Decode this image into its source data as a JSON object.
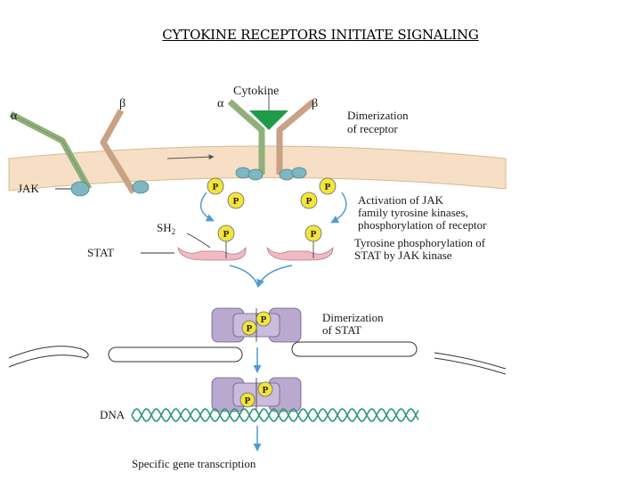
{
  "title": "CYTOKINE RECEPTORS INITIATE SIGNALING",
  "labels": {
    "cytokine": "Cytokine",
    "alpha_left": "α",
    "beta_left": "β",
    "alpha_center": "α",
    "beta_center": "β",
    "jak": "JAK",
    "sh2": "SH",
    "sh2_sub": "2",
    "stat": "STAT",
    "dna": "DNA",
    "phospho": "P"
  },
  "steps": {
    "dimerization_receptor": [
      "Dimerization",
      "of receptor"
    ],
    "activation_jak": [
      "Activation of JAK",
      "family tyrosine kinases,",
      "phosphorylation of receptor"
    ],
    "tyrosine_phos": [
      "Tyrosine phosphorylation of",
      "STAT by JAK kinase"
    ],
    "dimerization_stat": [
      "Dimerization",
      "of STAT"
    ],
    "transcription": "Specific gene transcription"
  },
  "colors": {
    "membrane": "#f6dfc4",
    "membrane_edge": "#c8a27e",
    "alpha_chain": "#8fb07a",
    "beta_chain": "#c9a285",
    "jak": "#7fb6c2",
    "phospho": "#f3e53a",
    "stat": "#f1b9c3",
    "stat_dimer": "#b9a9cf",
    "arrow": "#4f9bd0",
    "ligand": "#1e9a4a"
  }
}
